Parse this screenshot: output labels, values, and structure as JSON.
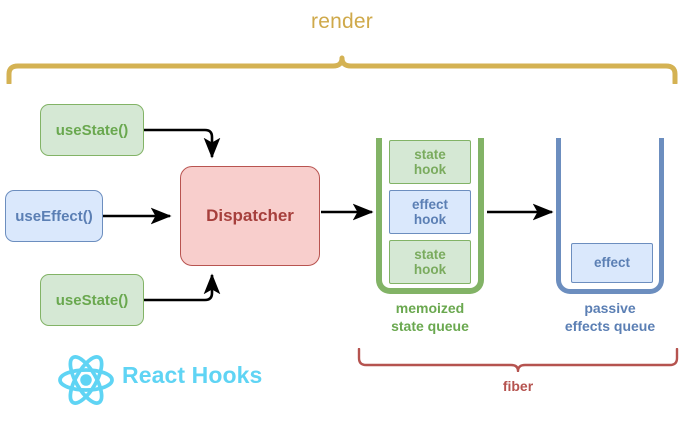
{
  "diagram": {
    "title": "render",
    "title_color": "#cfa94a",
    "brace_color": "#d4b253",
    "fiber_label": "fiber",
    "fiber_color": "#b5534f"
  },
  "hooks": [
    {
      "label": "useState()",
      "kind": "state"
    },
    {
      "label": "useEffect()",
      "kind": "effect"
    },
    {
      "label": "useState()",
      "kind": "state"
    }
  ],
  "dispatcher": {
    "label": "Dispatcher",
    "fill": "#f8cecc",
    "stroke": "#b85450",
    "text_color": "#a63f3c"
  },
  "memoized_state_queue": {
    "label_line1": "memoized",
    "label_line2": "state queue",
    "color": "#82b366",
    "items": [
      {
        "line1": "state",
        "line2": "hook",
        "kind": "state"
      },
      {
        "line1": "effect",
        "line2": "hook",
        "kind": "effect"
      },
      {
        "line1": "state",
        "line2": "hook",
        "kind": "state"
      }
    ]
  },
  "passive_effects_queue": {
    "label_line1": "passive",
    "label_line2": "effects queue",
    "color": "#6c8ebf",
    "items": [
      {
        "line1": "effect",
        "line2": "",
        "kind": "effect"
      }
    ]
  },
  "branding": {
    "text": "React Hooks",
    "logo_color": "#5fd4f4"
  }
}
